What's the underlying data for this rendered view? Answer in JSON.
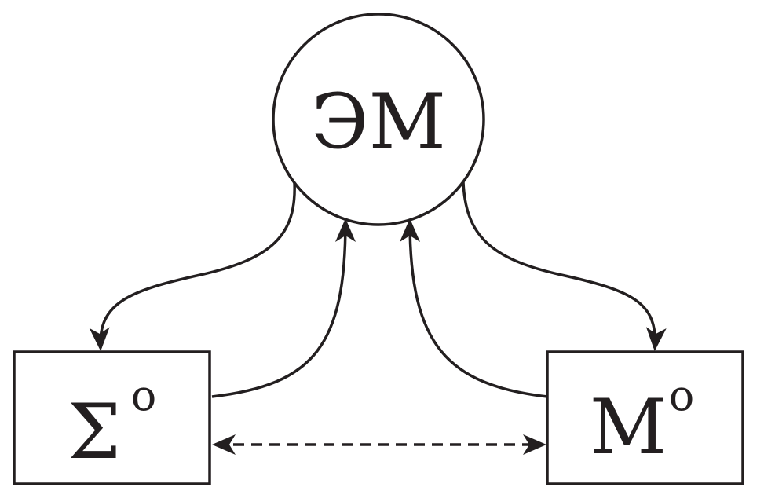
{
  "diagram": {
    "colors": {
      "stroke": "#231f20",
      "background": "#ffffff"
    },
    "nodes": {
      "em": {
        "shape": "circle",
        "label": "ЭМ"
      },
      "sigma": {
        "shape": "rectangle",
        "label": "Σ",
        "superscript": "o"
      },
      "m": {
        "shape": "rectangle",
        "label": "M",
        "superscript": "o"
      }
    },
    "edges": [
      {
        "from": "em",
        "to": "sigma",
        "style": "solid",
        "arrow": "end"
      },
      {
        "from": "sigma",
        "to": "em",
        "style": "solid",
        "arrow": "end"
      },
      {
        "from": "m",
        "to": "em",
        "style": "solid",
        "arrow": "end"
      },
      {
        "from": "em",
        "to": "m",
        "style": "solid",
        "arrow": "end"
      },
      {
        "from": "sigma",
        "to": "m",
        "style": "dashed",
        "arrow": "both"
      }
    ]
  }
}
